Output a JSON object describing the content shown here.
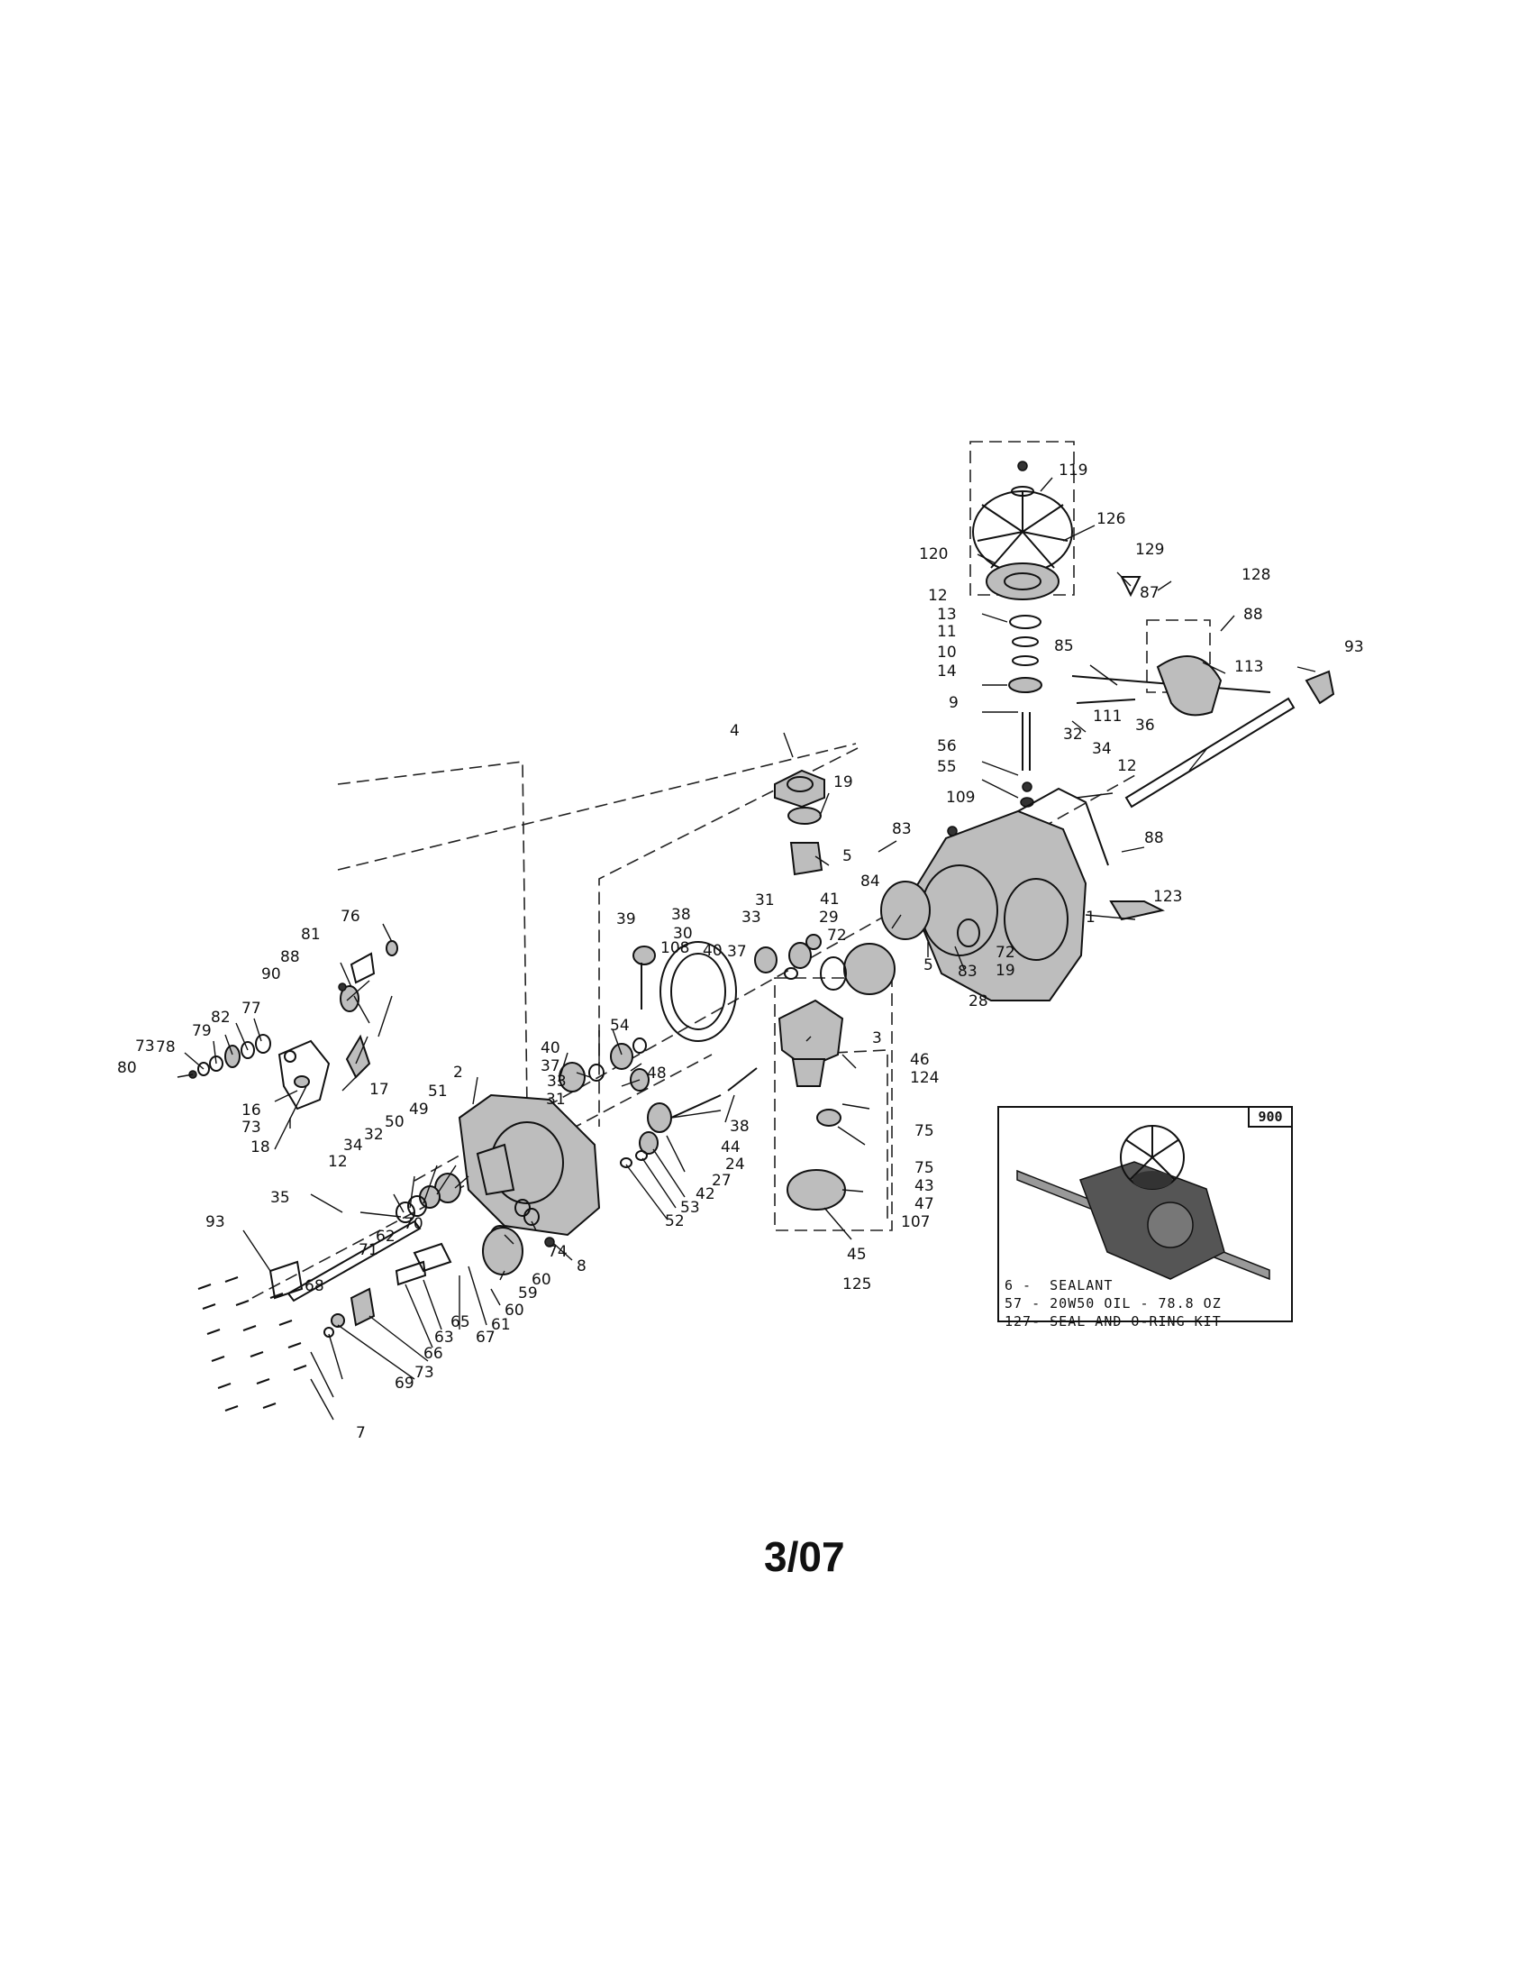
{
  "diagram": {
    "page_number": "3/07",
    "inset_label": "900",
    "notes": [
      "6 -  SEALANT",
      "57 - 20W50 OIL - 78.8 OZ",
      "127- SEAL AND O-RING KIT"
    ],
    "callouts": [
      "119",
      "126",
      "120",
      "12",
      "13",
      "11",
      "10",
      "14",
      "129",
      "87",
      "128",
      "88",
      "113",
      "93",
      "85",
      "9",
      "111",
      "36",
      "56",
      "55",
      "32",
      "34",
      "12",
      "4",
      "19",
      "109",
      "5",
      "83",
      "88",
      "123",
      "84",
      "1",
      "31",
      "41",
      "33",
      "29",
      "72",
      "37",
      "40",
      "38",
      "39",
      "30",
      "108",
      "83",
      "19",
      "72",
      "28",
      "5",
      "76",
      "81",
      "88",
      "90",
      "77",
      "82",
      "79",
      "78",
      "73",
      "80",
      "17",
      "16",
      "73",
      "18",
      "40",
      "37",
      "54",
      "48",
      "33",
      "31",
      "2",
      "3",
      "46",
      "124",
      "51",
      "49",
      "50",
      "32",
      "34",
      "12",
      "44",
      "24",
      "38",
      "27",
      "42",
      "53",
      "52",
      "75",
      "75",
      "43",
      "47",
      "107",
      "45",
      "125",
      "35",
      "93",
      "8",
      "74",
      "60",
      "59",
      "60",
      "61",
      "67",
      "65",
      "63",
      "66",
      "73",
      "69",
      "7",
      "70",
      "62",
      "71",
      "68"
    ]
  }
}
